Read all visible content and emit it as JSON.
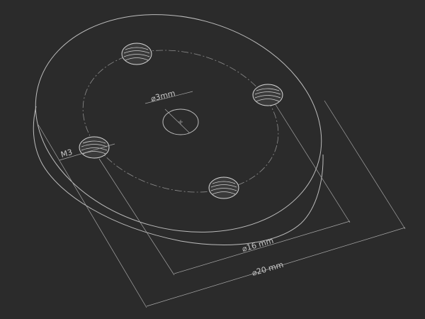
{
  "dimensions": {
    "center_hole_label": "⌀3mm",
    "thread_label": "M3",
    "pitch_circle_label": "⌀16  mm",
    "outer_diameter_label": "⌀20  mm"
  },
  "colors": {
    "background": "#2b2b2b",
    "line": "#bdbdbd",
    "dimension": "#a7a7a7",
    "text": "#c9c9c9"
  }
}
